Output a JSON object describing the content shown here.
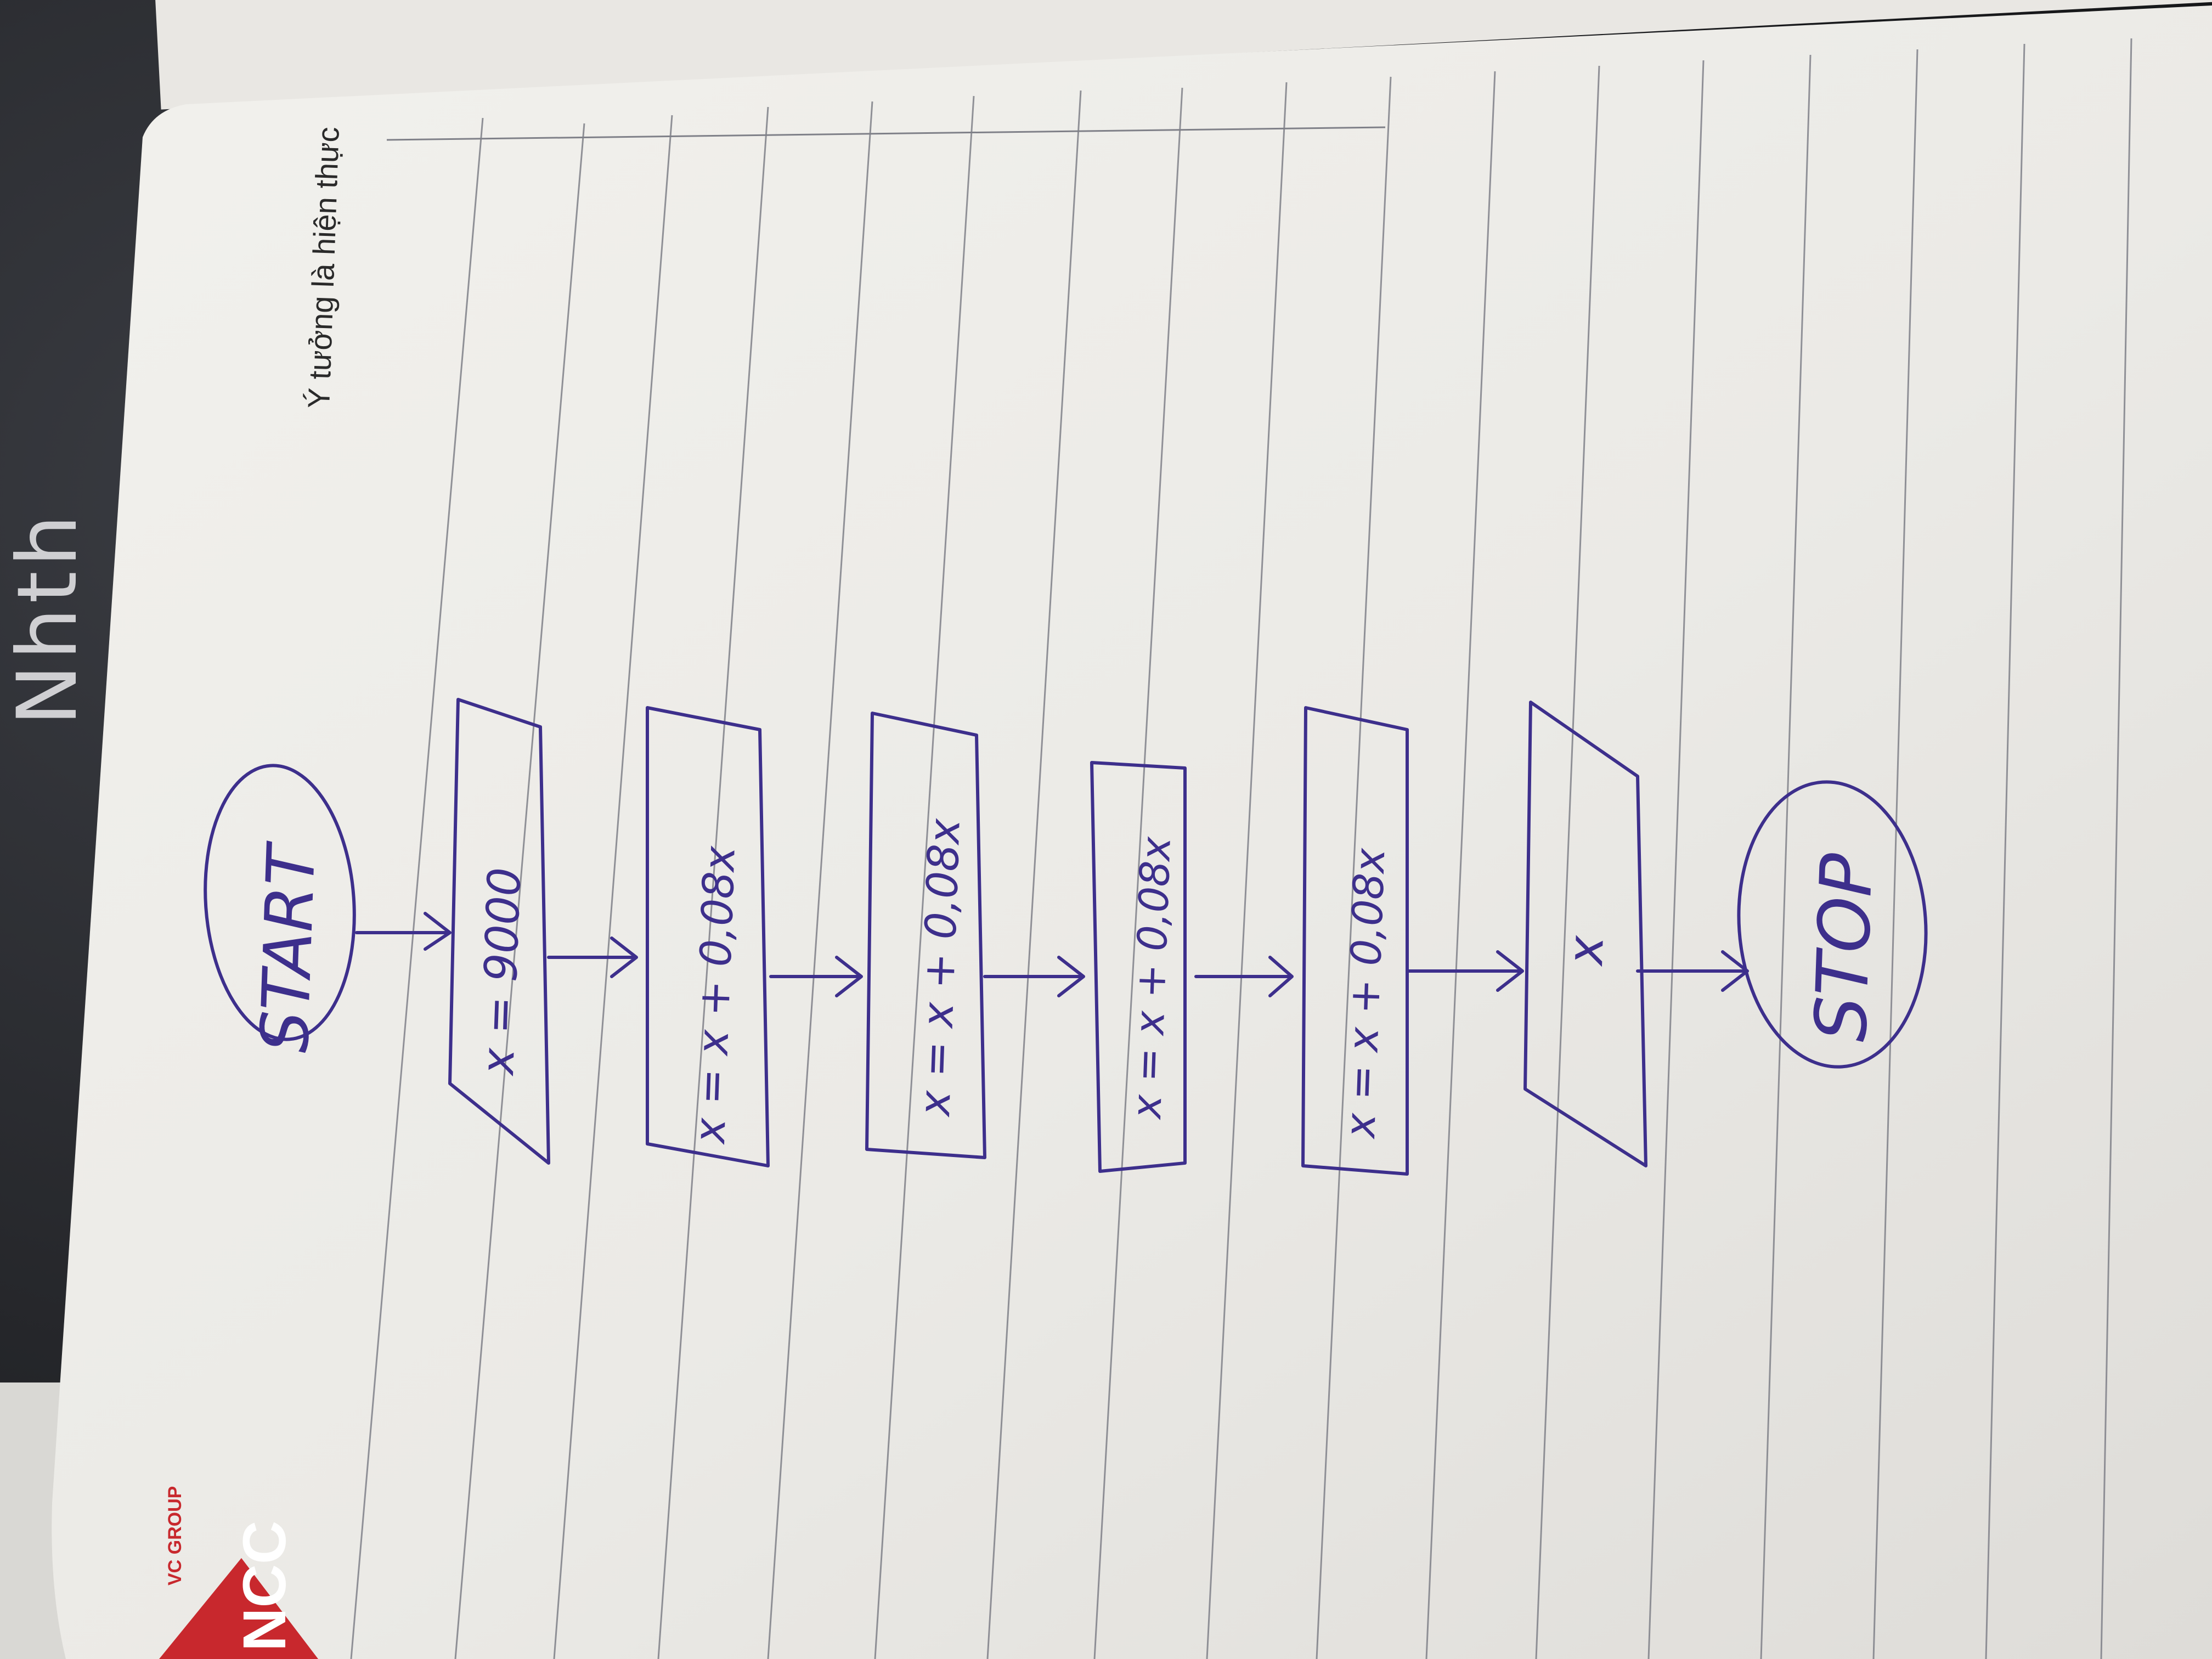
{
  "notebook": {
    "slogan": "Ý tưởng là hiện thực",
    "brand": {
      "group_label": "VC GROUP",
      "logo_letters": "NCC"
    },
    "edge_text": "Nhth"
  },
  "flowchart": {
    "start": "START",
    "input": "x = 9000",
    "steps": [
      "x = x + 0,08x",
      "x = x + 0,08x",
      "x = x + 0,08x",
      "x = x + 0,08x"
    ],
    "output": "x",
    "stop": "STOP"
  },
  "colors": {
    "ink": "#3d2f8c",
    "paper": "#efeeea",
    "rule": "#7f8088",
    "logo_red": "#c8282d"
  }
}
